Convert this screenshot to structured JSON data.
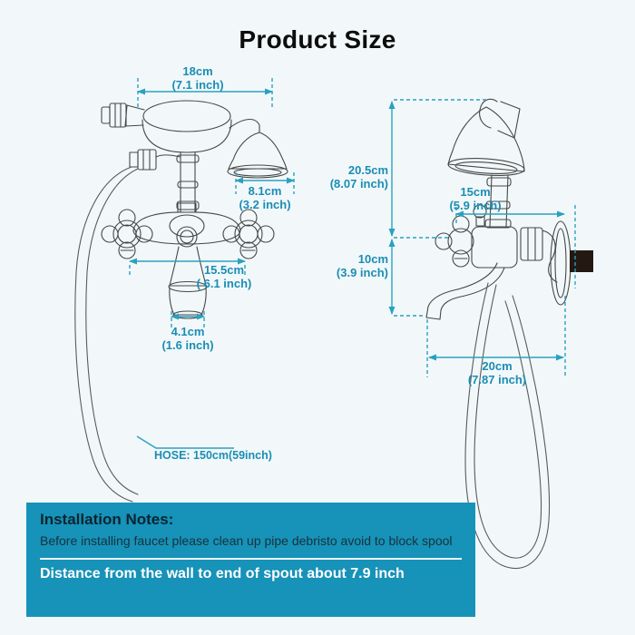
{
  "title": "Product Size",
  "colors": {
    "background": "#f2f8fa",
    "dimension_line": "#2aa1c0",
    "dimension_text": "#1a8db4",
    "notes_box": "#1792b8",
    "line_art": "#474747",
    "wall_pipe": "#241812"
  },
  "front_view": {
    "dims": {
      "top_width": {
        "cm": "18cm",
        "inch": "(7.1 inch)"
      },
      "head_width": {
        "cm": "8.1cm",
        "inch": "(3.2 inch)"
      },
      "body_width": {
        "cm": "15.5cm",
        "inch": "( 6.1 inch)"
      },
      "spout_width": {
        "cm": "4.1cm",
        "inch": "(1.6 inch)"
      },
      "hose_length": "HOSE: 150cm(59inch)"
    }
  },
  "side_view": {
    "dims": {
      "height": {
        "cm": "20.5cm",
        "inch": "(8.07 inch)"
      },
      "depth": {
        "cm": "15cm",
        "inch": "(5.9 inch)"
      },
      "spout_drop": {
        "cm": "10cm",
        "inch": "(3.9 inch)"
      },
      "wall_to_spout": {
        "cm": "20cm",
        "inch": "(7.87 inch)"
      }
    }
  },
  "notes": {
    "heading": "Installation Notes:",
    "body": "Before installing faucet please clean up pipe debristo avoid to block spool",
    "footer": "Distance from the wall to end of spout about 7.9 inch"
  }
}
